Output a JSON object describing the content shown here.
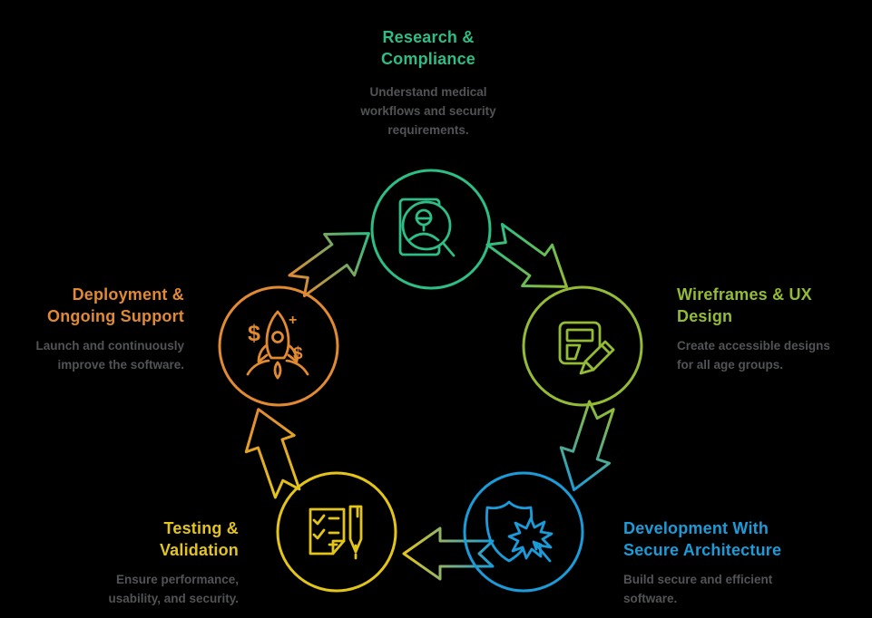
{
  "background_color": "#000000",
  "description_color": "#525356",
  "diagram": {
    "type": "cycle",
    "direction": "clockwise",
    "stage_count": 5
  },
  "stages": [
    {
      "name": "Research & Compliance",
      "color": "#2EBD84",
      "title_lines": [
        "Research &",
        "Compliance"
      ],
      "desc_lines": [
        "Understand medical",
        "workflows and security",
        "requirements."
      ],
      "icon": "document-user-search-icon"
    },
    {
      "name": "Wireframes & UX Design",
      "color": "#93BB35",
      "title_lines": [
        "Wireframes & UX",
        "Design"
      ],
      "desc_lines": [
        "Create accessible designs",
        "for all age groups."
      ],
      "icon": "wireframe-pencil-icon"
    },
    {
      "name": "Development With Secure Architecture",
      "color": "#1B9CD8",
      "title_lines": [
        "Development With",
        "Secure Architecture"
      ],
      "desc_lines": [
        "Build secure and efficient",
        "software."
      ],
      "icon": "shield-click-icon"
    },
    {
      "name": "Testing & Validation",
      "color": "#E3C51A",
      "title_lines": [
        "Testing &",
        "Validation"
      ],
      "desc_lines": [
        "Ensure performance,",
        "usability, and security."
      ],
      "icon": "checklist-pen-icon"
    },
    {
      "name": "Deployment & Ongoing Support",
      "color": "#E18A32",
      "title_lines": [
        "Deployment &",
        "Ongoing Support"
      ],
      "desc_lines": [
        "Launch and continuously",
        "improve the software."
      ],
      "icon": "rocket-dollar-icon"
    }
  ],
  "icon_glyphs": {
    "dollar": "$",
    "plus": "+"
  }
}
